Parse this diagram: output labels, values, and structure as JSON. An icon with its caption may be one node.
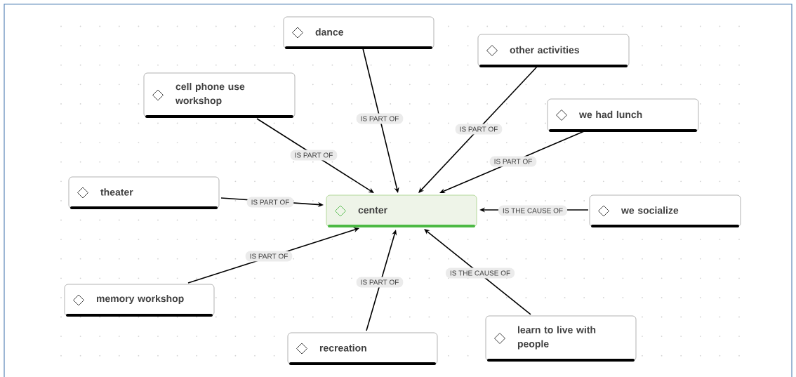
{
  "diagram": {
    "nodes": [
      {
        "text": [
          "dance"
        ]
      },
      {
        "text": [
          "other activities"
        ]
      },
      {
        "text": [
          "cell phone use workshop"
        ]
      },
      {
        "text": [
          "we had lunch"
        ]
      },
      {
        "text": [
          "theater"
        ]
      },
      {
        "text": [
          "center"
        ]
      },
      {
        "text": [
          "we socialize"
        ]
      },
      {
        "text": [
          "memory workshop"
        ]
      },
      {
        "text": [
          "learn to live with people"
        ]
      },
      {
        "text": [
          "recreation"
        ]
      }
    ],
    "edges": [
      {
        "from": 0,
        "to": 5,
        "arrow": "to",
        "label": "IS PART OF"
      },
      {
        "from": 1,
        "to": 5,
        "arrow": "to",
        "label": "IS PART OF"
      },
      {
        "from": 2,
        "to": 5,
        "arrow": "to",
        "label": "IS PART OF"
      },
      {
        "from": 3,
        "to": 5,
        "arrow": "to",
        "label": "IS PART OF"
      },
      {
        "from": 4,
        "to": 5,
        "arrow": "to",
        "label": "IS PART OF"
      },
      {
        "from": 6,
        "to": 5,
        "arrow": "to",
        "label": "IS THE CAUSE OF"
      },
      {
        "from": 7,
        "to": 5,
        "arrow": "to",
        "label": "IS PART OF"
      },
      {
        "from": 9,
        "to": 5,
        "arrow": "to",
        "label": "IS PART OF"
      },
      {
        "from": 8,
        "to": 5,
        "arrow": "to",
        "label": "IS THE CAUSE OF"
      }
    ]
  }
}
